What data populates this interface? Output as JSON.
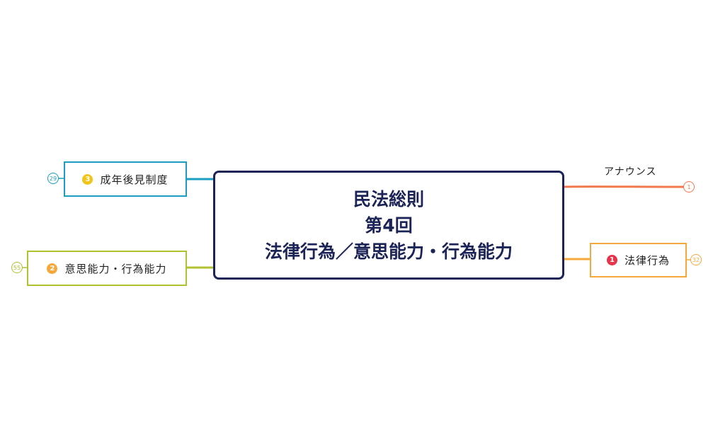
{
  "central_topic": {
    "line1": "民法総則",
    "line2": "第4回",
    "line3": "法律行為／意思能力・行為能力"
  },
  "topics": {
    "announce": {
      "label": "アナウンス",
      "count": "1",
      "color": "#f07a4e"
    },
    "legal_act": {
      "number": "1",
      "label": "法律行為",
      "count": "32",
      "color": "#f6a93a"
    },
    "mental_capacity": {
      "number": "2",
      "label": "意思能力・行為能力",
      "count": "55",
      "color": "#b2c12f"
    },
    "guardianship": {
      "number": "3",
      "label": "成年後見制度",
      "count": "29",
      "color": "#1b9ec0"
    }
  },
  "colors": {
    "central_border": "#1c2457",
    "badge_1": "#e8334a",
    "badge_2": "#f6a93a",
    "badge_3": "#f0c419"
  }
}
